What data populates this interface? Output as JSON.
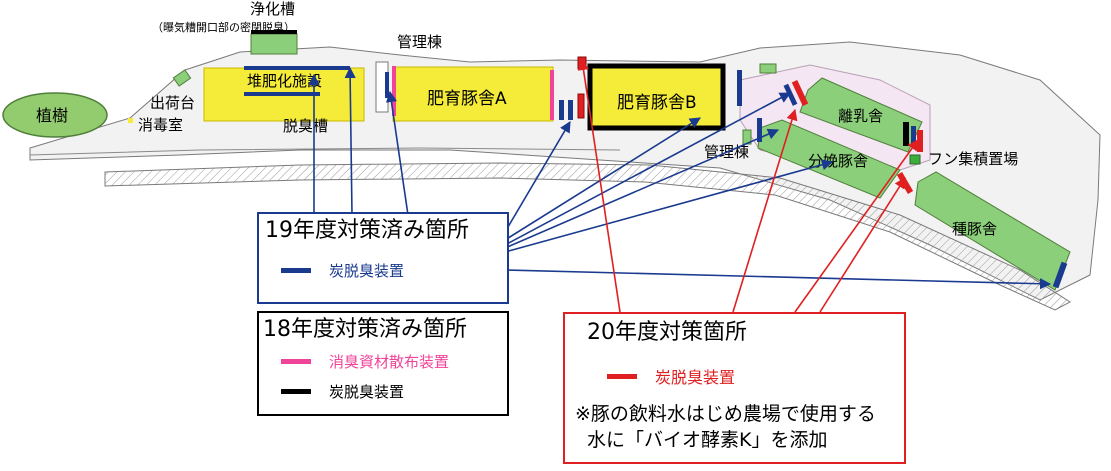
{
  "colors": {
    "carbon_blue": "#1a3a8f",
    "deodorant_pink": "#f0449a",
    "carbon_black": "#000000",
    "measure_red": "#e02020",
    "building_yellow": "#f5ec3a",
    "building_green": "#8ccf7a",
    "tree_green": "#93cc6e",
    "site_pink": "#f4e6f2",
    "ground_gray": "#e8e8e8"
  },
  "labels": {
    "purifier": "浄化槽",
    "purifier_note": "（曝気糟開口部の密閉脱臭）",
    "compost": "堆肥化施設",
    "deodor_tank": "脱臭槽",
    "admin1": "管理棟",
    "admin2": "管理棟",
    "fatten_a": "肥育豚舎A",
    "fatten_b": "肥育豚舎B",
    "trees": "植樹",
    "shipping": "出荷台",
    "disinfect": "消毒室",
    "weaning": "離乳舎",
    "farrowing": "分娩豚舎",
    "manure": "フン集積置場",
    "breeding": "種豚舎"
  },
  "legend19": {
    "title": "19年度対策済み箇所",
    "item1": "炭脱臭装置",
    "item1_color": "#1a3a8f",
    "item1_text_color": "#1a3a8f"
  },
  "legend18": {
    "title": "18年度対策済み箇所",
    "item1": "消臭資材散布装置",
    "item1_color": "#f0449a",
    "item1_text_color": "#f0449a",
    "item2": "炭脱臭装置",
    "item2_color": "#000000",
    "item2_text_color": "#000000"
  },
  "legend20": {
    "title": "20年度対策箇所",
    "item1": "炭脱臭装置",
    "item1_color": "#e02020",
    "item1_text_color": "#e02020",
    "note_line1": "※豚の飲料水はじめ農場で使用する",
    "note_line2": "水に「バイオ酵素K」を添加"
  }
}
